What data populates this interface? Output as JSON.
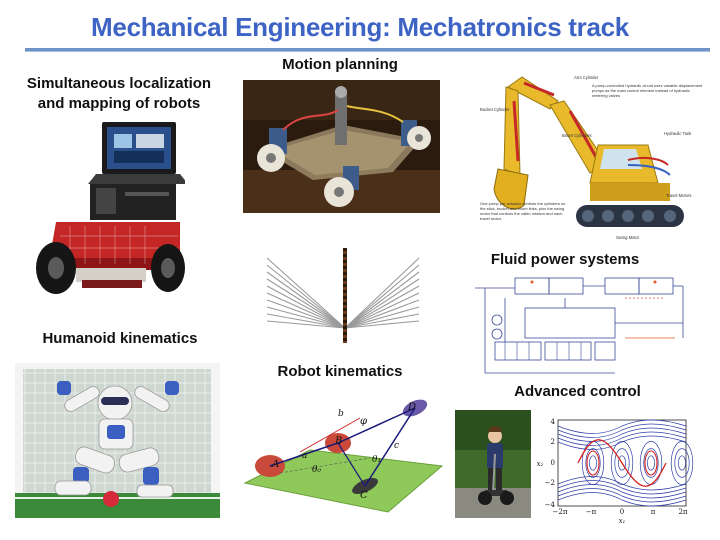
{
  "slide": {
    "title": "Mechanical Engineering: Mechatronics track"
  },
  "labels": {
    "slam": "Simultaneous localization and mapping of robots",
    "motion_planning": "Motion planning",
    "fluid_power": "Fluid power systems",
    "humanoid": "Humanoid kinematics",
    "robot_kinematics": "Robot kinematics",
    "advanced_control": "Advanced control"
  },
  "excavator": {
    "callouts": [
      "Arm Cylinder",
      "Bucket Cylinder",
      "Boom Cylinders",
      "Hydraulic Tank",
      "Swing Motor",
      "Travel Motors"
    ],
    "note_top": "A pump-controlled hydraulic circuit uses variable displacement pumps as the main control element instead of hydraulic metering valves",
    "note_bottom": "One pump per actuator controls the cylinders on the stick, bucket and boom links, plus the swing motor that controls the cabin rotation and each travel motor."
  },
  "kinematics_diagram": {
    "points": [
      "A",
      "B",
      "C",
      "D",
      "a",
      "b",
      "c"
    ],
    "angles": [
      "φ",
      "θ₀",
      "θ₁"
    ]
  },
  "phase_plot": {
    "y_ticks": [
      "4",
      "2",
      "0",
      "−2",
      "−4"
    ],
    "x_ticks": [
      "−2π",
      "−π",
      "0",
      "π",
      "2π"
    ],
    "y_label": "x₂",
    "x_label": "x₁"
  },
  "colors": {
    "title": "#3d63c4",
    "rule": "#6f93c8",
    "excavator_yellow": "#e8b92a",
    "plane_green": "#8fc95a",
    "trajectory_red": "#d8221e",
    "stream_blue": "#2e3fa8"
  }
}
